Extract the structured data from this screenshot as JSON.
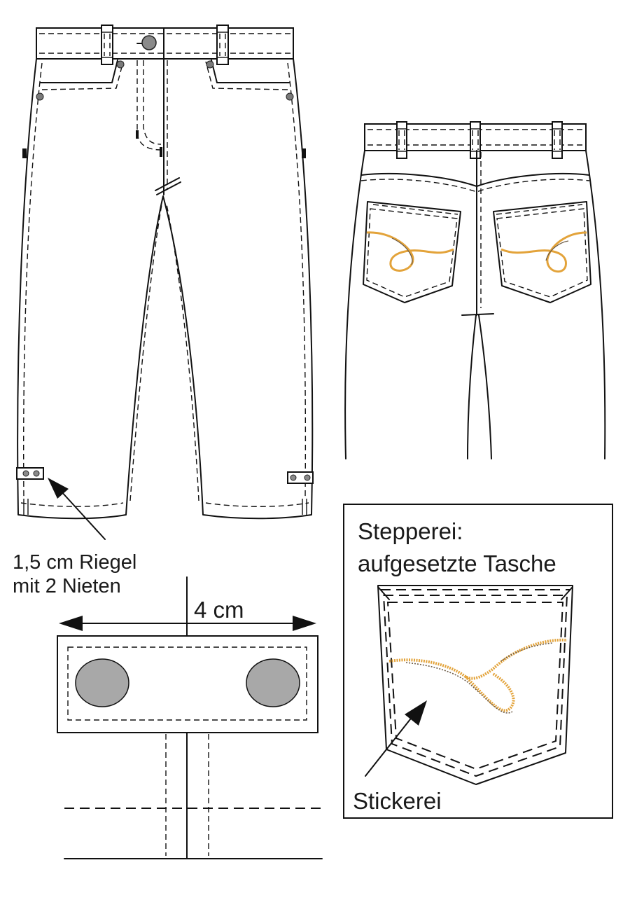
{
  "annotations": {
    "riegel_line1": "1,5 cm Riegel",
    "riegel_line2": "mit 2 Nieten",
    "width_label": "4 cm",
    "box_title_line1": "Stepperei:",
    "box_title_line2": "aufgesetzte Tasche",
    "stickerei": "Stickerei"
  },
  "colors": {
    "line": "#111111",
    "rivet": "#a8a8a8",
    "rivet_small": "#7a7a7a",
    "embroidery_gold": "#e3a33a",
    "embroidery_brown": "#6b5a45",
    "background": "#ffffff"
  }
}
